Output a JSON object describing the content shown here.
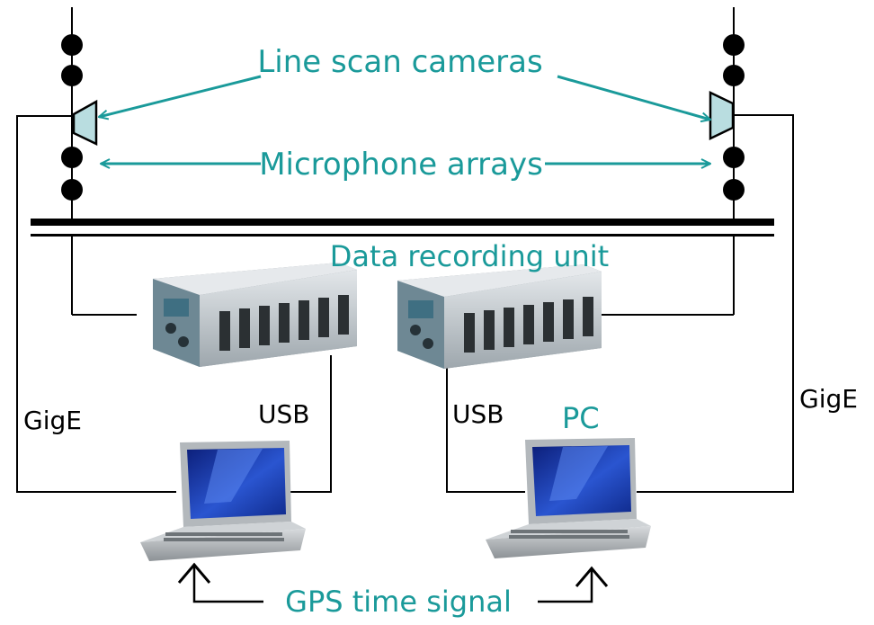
{
  "labels": {
    "line_scan_cameras": "Line scan cameras",
    "microphone_arrays": "Microphone arrays",
    "data_recording_unit": "Data recording unit",
    "gige_left": "GigE",
    "gige_right": "GigE",
    "usb_left": "USB",
    "usb_right": "USB",
    "pc": "PC",
    "gps_time_signal": "GPS time signal"
  },
  "colors": {
    "label_teal": "#1a9a9a",
    "arrow_teal": "#1a9a9a",
    "camera_fill": "#b9dde0",
    "screen_blue": "#1d3fa8",
    "daq_body": "#c9d0d4",
    "daq_panel": "#5f8fa0",
    "laptop_body": "#a9adb1",
    "line": "#000000"
  },
  "icons": [
    "microphone-dot-icon",
    "line-scan-camera-icon",
    "data-acquisition-chassis-icon",
    "laptop-icon",
    "gps-arrow-icon"
  ]
}
